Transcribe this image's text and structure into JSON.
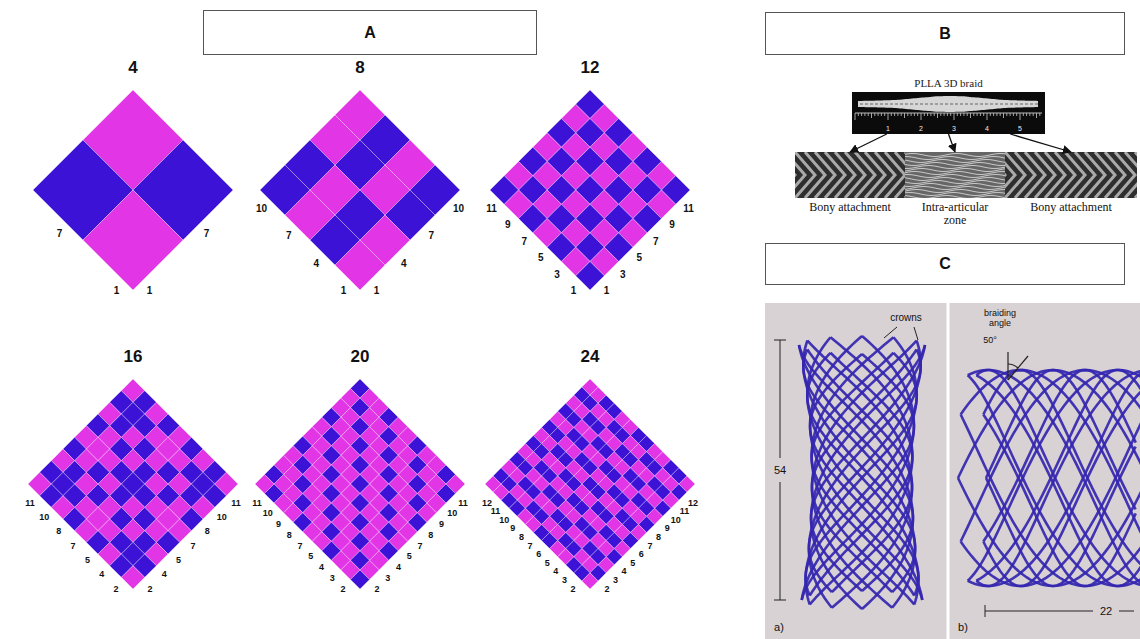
{
  "diagram": {
    "nodes": [
      {
        "text": [
          "A"
        ]
      },
      {
        "text": [
          "B"
        ]
      },
      {
        "text": [
          "C"
        ]
      },
      {
        "text": [
          "4"
        ]
      },
      {
        "text": [
          "8"
        ]
      },
      {
        "text": [
          "12"
        ]
      },
      {
        "text": [
          "16"
        ]
      },
      {
        "text": [
          "20"
        ]
      },
      {
        "text": [
          "24"
        ]
      },
      {
        "text": [
          "PLLA 3D braid"
        ]
      },
      {
        "text": [
          "Bony attachment"
        ]
      },
      {
        "text": [
          "Intra-articular zone"
        ]
      },
      {
        "text": [
          "Bony attachment"
        ]
      }
    ],
    "edges": [
      {
        "from": 9,
        "to": 10,
        "arrow": "to"
      },
      {
        "from": 9,
        "to": 11,
        "arrow": "to"
      },
      {
        "from": 9,
        "to": 12,
        "arrow": "to"
      }
    ],
    "labels": [
      "7",
      "1",
      "1",
      "7",
      "10",
      "7",
      "4",
      "1",
      "1",
      "4",
      "7",
      "10",
      "11",
      "9",
      "7",
      "5",
      "3",
      "1",
      "1",
      "3",
      "5",
      "7",
      "9",
      "11",
      "11",
      "10",
      "8",
      "7",
      "5",
      "4",
      "2",
      "2",
      "4",
      "5",
      "7",
      "8",
      "10",
      "11",
      "11",
      "10",
      "9",
      "8",
      "7",
      "5",
      "4",
      "3",
      "2",
      "2",
      "3",
      "4",
      "5",
      "7",
      "8",
      "9",
      "10",
      "11",
      "12",
      "11",
      "10",
      "9",
      "8",
      "7",
      "6",
      "5",
      "4",
      "3",
      "2",
      "2",
      "3",
      "4",
      "5",
      "6",
      "7",
      "8",
      "9",
      "10",
      "11",
      "12",
      "1",
      "2",
      "3",
      "4",
      "5",
      "crowns",
      "54",
      "a)",
      "braiding angle",
      "50°",
      "b)",
      "22"
    ]
  }
}
